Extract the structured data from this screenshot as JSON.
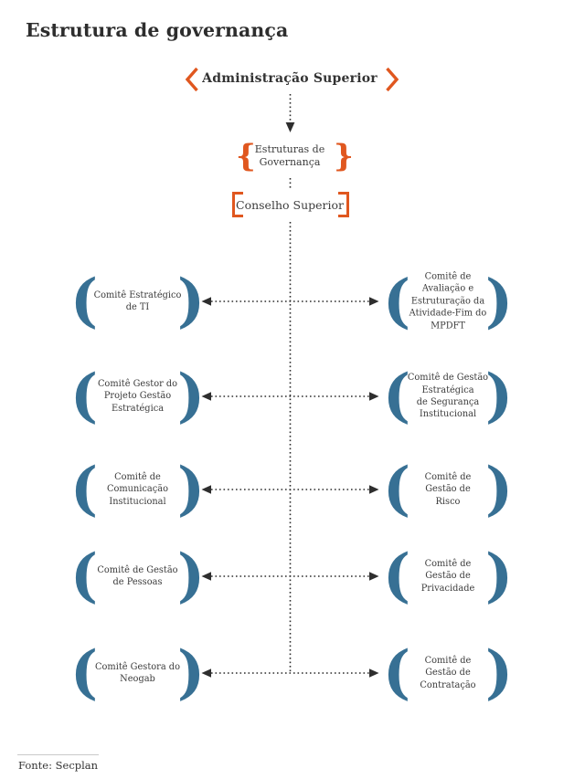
{
  "title": "Estrutura de governança",
  "colors": {
    "accent_orange": "#e0571f",
    "paren_blue": "#377094",
    "line_dark": "#2e2e2e"
  },
  "glyphs": {
    "paren_open": "(",
    "paren_close": ")",
    "brace_open": "{",
    "brace_close": "}"
  },
  "hierarchy": {
    "top_label": "Administração Superior",
    "structures_label": "Estruturas de\nGovernança",
    "council_label": "Conselho Superior"
  },
  "committees": {
    "rows": [
      {
        "left": "Comitê Estratégico\nde TI",
        "right": "Comitê de\nAvaliação e\nEstruturação da\nAtividade-Fim do\nMPDFT"
      },
      {
        "left": "Comitê Gestor do\nProjeto Gestão\nEstratégica",
        "right": "Comitê de Gestão\nEstratégica\nde Segurança\nInstitucional"
      },
      {
        "left": "Comitê de\nComunicação\nInstitucional",
        "right": "Comitê de\nGestão de\nRisco"
      },
      {
        "left": "Comitê de Gestão\nde Pessoas",
        "right": "Comitê de\nGestão de\nPrivacidade"
      },
      {
        "left": "Comitê Gestora do\nNeogab",
        "right": "Comitê de\nGestão de\nContratação"
      }
    ]
  },
  "source": "Fonte: Secplan"
}
